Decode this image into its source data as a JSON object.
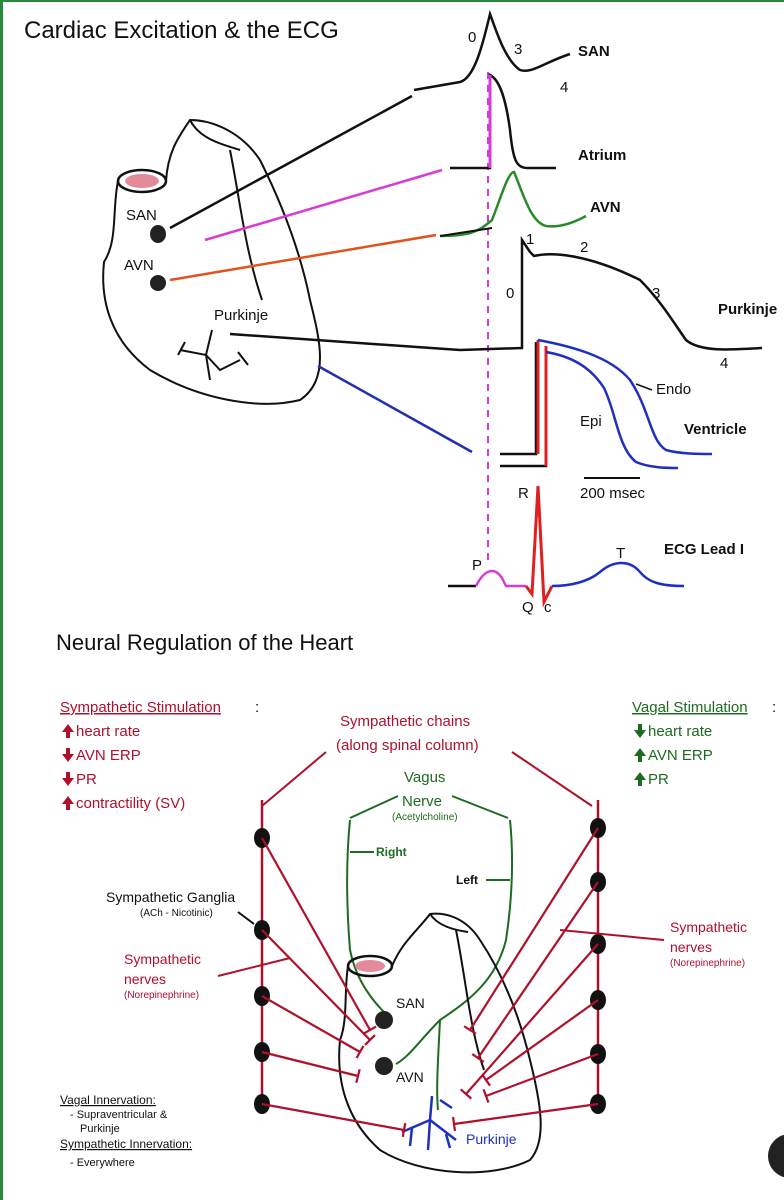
{
  "top": {
    "title": "Cardiac Excitation & the ECG",
    "heart_labels": {
      "san": "SAN",
      "avn": "AVN",
      "purkinje": "Purkinje"
    },
    "trace_labels": {
      "san": "SAN",
      "atrium": "Atrium",
      "avn": "AVN",
      "purkinje": "Purkinje",
      "ventricle": "Ventricle",
      "ecg": "ECG Lead I"
    },
    "phase_labels": {
      "san_0": "0",
      "san_3": "3",
      "san_4": "4",
      "pk_0": "0",
      "pk_1": "1",
      "pk_2": "2",
      "pk_3": "3",
      "pk_4": "4"
    },
    "ventricle_labels": {
      "endo": "Endo",
      "epi": "Epi"
    },
    "scale_bar": "200 msec",
    "ecg_waves": {
      "p": "P",
      "q": "Q",
      "r": "R",
      "s": "c",
      "t": "T"
    }
  },
  "bottom": {
    "title": "Neural Regulation of  the Heart",
    "sympathetic_heading": "Sympathetic Stimulation",
    "sympathetic_heading_colon": ":",
    "sympathetic_effects": [
      "heart rate",
      "AVN ERP",
      "PR",
      "contractility (SV)"
    ],
    "sympathetic_arrows": [
      "up",
      "down",
      "down",
      "up"
    ],
    "vagal_heading": "Vagal Stimulation",
    "vagal_heading_colon": ":",
    "vagal_effects": [
      "heart rate",
      "AVN ERP",
      "PR"
    ],
    "vagal_arrows": [
      "down",
      "up",
      "up"
    ],
    "chains_line1": "Sympathetic chains",
    "chains_line2": "(along spinal column)",
    "vagus_line1": "Vagus",
    "vagus_line2": "Nerve",
    "vagus_line3": "(Acetylcholine)",
    "right_label": "Right",
    "left_label": "Left",
    "ganglia_line1": "Sympathetic Ganglia",
    "ganglia_line2": "(ACh - Nicotinic)",
    "symp_nerves_left": [
      "Sympathetic",
      "nerves",
      "(Norepinephrine)"
    ],
    "symp_nerves_right": [
      "Sympathetic",
      "nerves",
      "(Norepinephrine)"
    ],
    "heart_labels": {
      "san": "SAN",
      "avn": "AVN",
      "purkinje": "Purkinje"
    },
    "innervation": {
      "vagal_heading": "Vagal Innervation:",
      "vagal_items": [
        "- Supraventricular &",
        "Purkinje"
      ],
      "symp_heading": "Sympathetic Innervation:",
      "symp_items": [
        "- Everywhere"
      ]
    }
  },
  "colors": {
    "sympathetic": "#b0102a",
    "vagal": "#1e6b20",
    "atrium": "#d63bd6",
    "avn": "#2a8a2a",
    "av_line": "#e0531a",
    "ventricle_line": "#2030b0",
    "purkinje_blue": "#1e30c0"
  }
}
